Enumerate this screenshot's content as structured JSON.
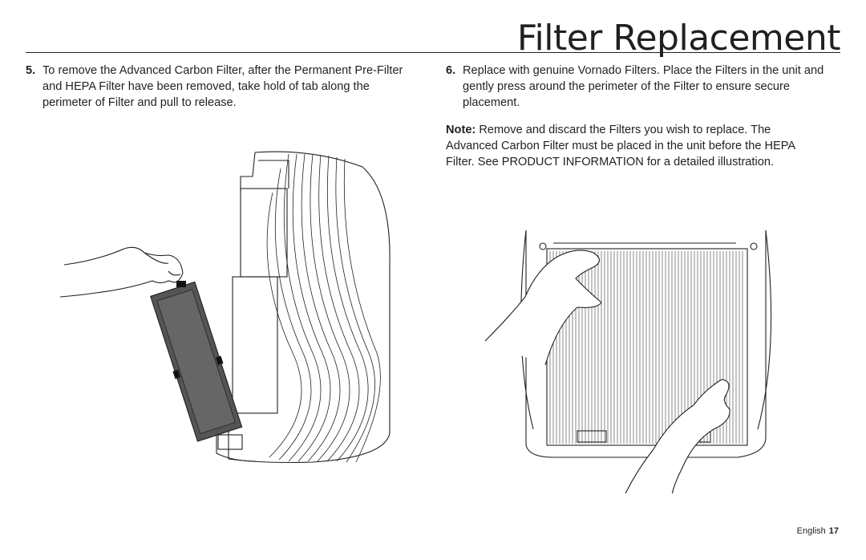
{
  "header": {
    "title": "Filter Replacement"
  },
  "steps": [
    {
      "number": "5.",
      "text": "To remove the Advanced Carbon Filter, after the Permanent Pre-Filter and HEPA Filter have been removed, take hold of tab along the perimeter of Filter and pull to release."
    },
    {
      "number": "6.",
      "text": "Replace with genuine Vornado Filters. Place the Filters in the unit and gently press around the perimeter of the Filter to ensure secure placement."
    }
  ],
  "note": {
    "label": "Note:",
    "text": "Remove and discard the Filters you wish to replace. The Advanced Carbon Filter must be placed in the unit before the HEPA Filter. See PRODUCT INFORMATION for a detailed illustration."
  },
  "footer": {
    "language": "English",
    "page": "17"
  }
}
